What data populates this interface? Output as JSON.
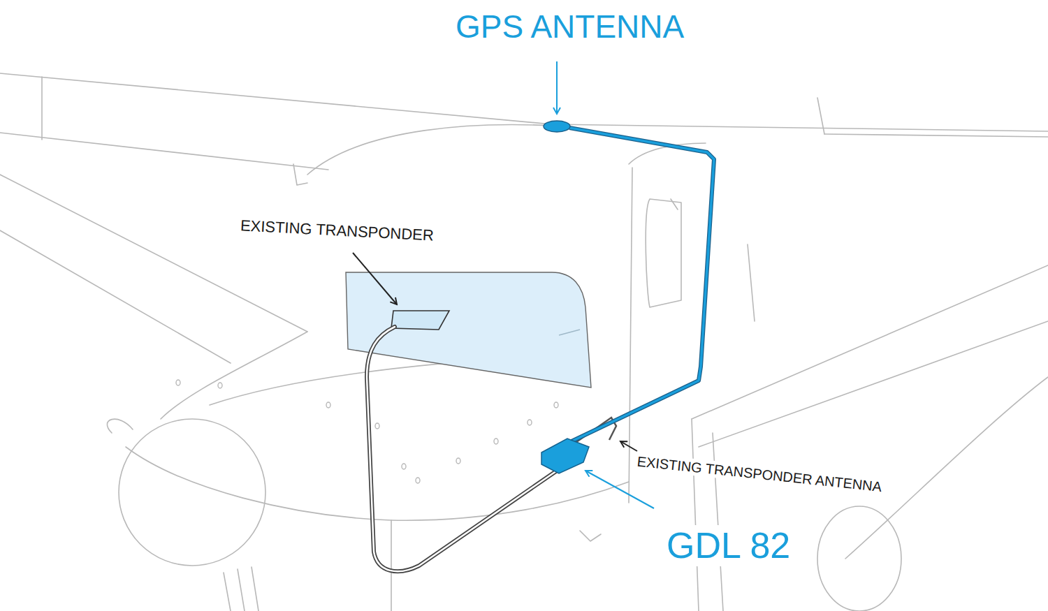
{
  "diagram": {
    "labels": [
      "GPS ANTENNA",
      "EXISTING TRANSPONDER",
      "EXISTING TRANSPONDER ANTENNA",
      "GDL 82"
    ]
  }
}
